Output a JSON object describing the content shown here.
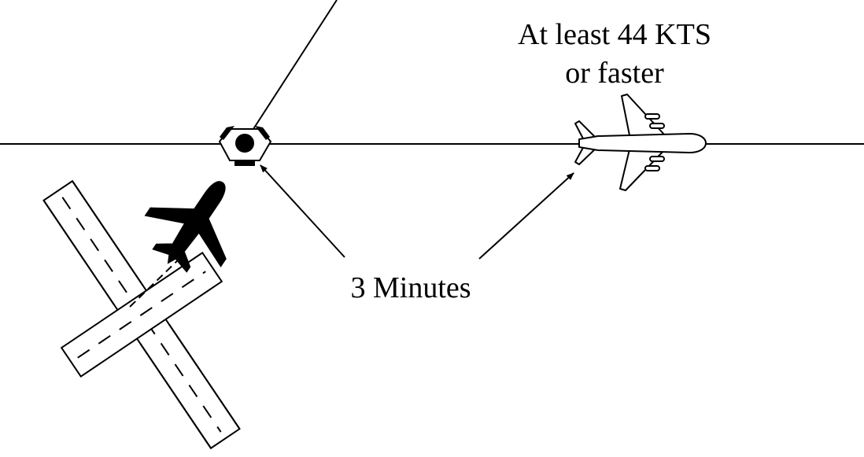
{
  "labels": {
    "speed_line1": "At least 44 KTS",
    "speed_line2": "or faster",
    "time": "3 Minutes"
  },
  "icons": {
    "navaid": "vor-dme-navaid-icon",
    "departing_aircraft": "departing-aircraft-icon",
    "en_route_aircraft": "en-route-aircraft-icon",
    "runway": "crossing-runways-icon"
  },
  "colors": {
    "stroke": "#000000",
    "background": "#ffffff"
  }
}
